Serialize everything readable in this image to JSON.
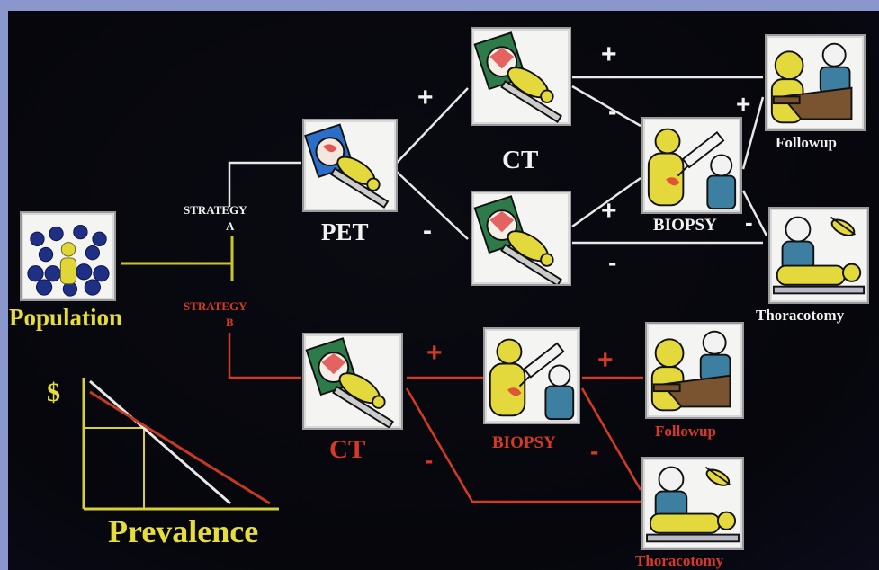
{
  "labels": {
    "population": "Population",
    "strategy_a_word": "STRATEGY",
    "strategy_a_letter": "A",
    "strategy_b_word": "STRATEGY",
    "strategy_b_letter": "B",
    "pet": "PET",
    "ct_a": "CT",
    "biopsy_a": "BIOPSY",
    "followup_a": "Followup",
    "thoracotomy_a": "Thoracotomy",
    "ct_b": "CT",
    "biopsy_b": "BIOPSY",
    "followup_b": "Followup",
    "thoracotomy_b": "Thoracotomy",
    "dollar": "$",
    "prevalence": "Prevalence"
  },
  "signs": {
    "pet_pos": "+",
    "pet_neg": "-",
    "ct1_pos": "+",
    "ct1_neg": "-",
    "ct2_pos": "+",
    "ct2_neg": "-",
    "biopsy_a_pos": "+",
    "biopsy_a_neg": "-",
    "ct_b_pos": "+",
    "ct_b_neg": "-",
    "biopsy_b_pos": "+",
    "biopsy_b_neg": "-"
  },
  "colors": {
    "strategy_a": "#e8e8e8",
    "strategy_b": "#d63a26",
    "population": "#e6dc3a",
    "background": "#07070d",
    "frame": "#8a97cc"
  },
  "icons": {
    "population": "crowd-icon",
    "scanner": "scanner-icon",
    "biopsy": "biopsy-syringe-icon",
    "followup": "doctor-consult-icon",
    "thoracotomy": "surgery-icon"
  }
}
